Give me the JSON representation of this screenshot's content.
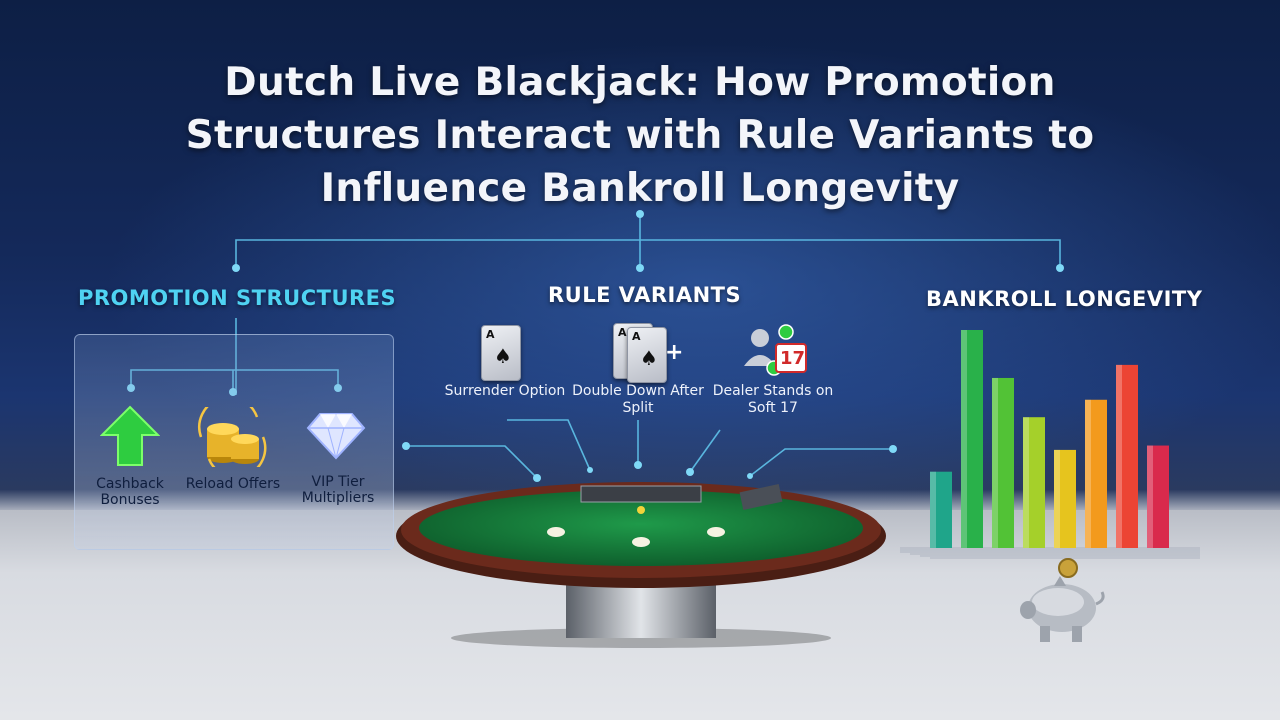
{
  "title": "Dutch Live Blackjack: How Promotion Structures Interact with Rule Variants to Influence Bankroll Longevity",
  "sections": {
    "promotions": {
      "heading": "PROMOTION STRUCTURES",
      "items": [
        {
          "label": "Cashback Bonuses",
          "icon": "up-arrow-icon"
        },
        {
          "label": "Reload Offers",
          "icon": "coin-stack-icon"
        },
        {
          "label": "VIP Tier Multipliers",
          "icon": "diamond-icon"
        }
      ]
    },
    "rules": {
      "heading": "RULE VARIANTS",
      "items": [
        {
          "label": "Surrender Option",
          "icon": "playing-card-icon"
        },
        {
          "label": "Double Down After Split",
          "icon": "split-cards-icon"
        },
        {
          "label": "Dealer Stands on Soft 17",
          "icon": "dealer-17-icon",
          "badge": "17"
        }
      ]
    },
    "bankroll": {
      "heading": "BANKROLL LONGEVITY",
      "bars": [
        0.35,
        1.0,
        0.78,
        0.6,
        0.45,
        0.68,
        0.84,
        0.47
      ],
      "colors": [
        "#1fa58a",
        "#29b14a",
        "#52c236",
        "#a5d02a",
        "#e6c41e",
        "#f39a1d",
        "#ec4434",
        "#d92a4c"
      ],
      "icon": "piggy-bank-icon"
    }
  },
  "accent_color": "#4fd3f2"
}
